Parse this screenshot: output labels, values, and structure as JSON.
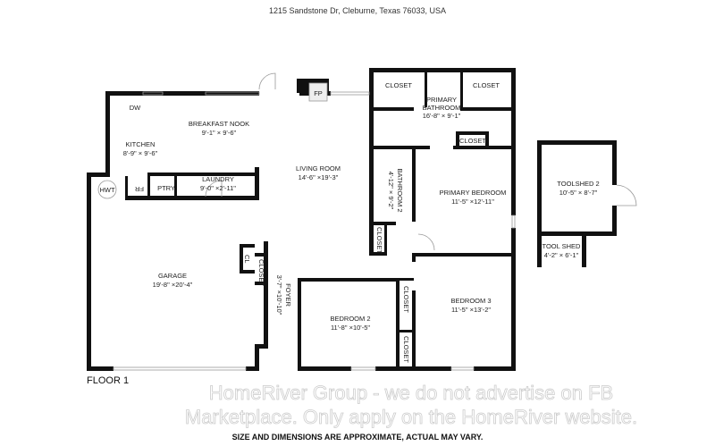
{
  "address": "1215 Sandstone Dr, Cleburne, Texas 76033, USA",
  "floor_label": "FLOOR 1",
  "disclaimer": "SIZE AND DIMENSIONS ARE APPROXIMATE, ACTUAL MAY VARY.",
  "watermark": [
    "HomeRiver Group - we do not advertise on FB",
    "Marketplace. Only apply on the HomeRiver website."
  ],
  "fixtures": {
    "dw": "DW",
    "fr": "FR",
    "fp": "FP",
    "hwt": "HWT",
    "ptry": "PTRY",
    "cl": "CL"
  },
  "rooms": {
    "kitchen": {
      "name": "KITCHEN",
      "dims": "8'-9\" × 9'-6\""
    },
    "breakfast_nook": {
      "name": "BREAKFAST NOOK",
      "dims": "9'-1\" × 9'-6\""
    },
    "laundry": {
      "name": "LAUNDRY",
      "dims": "9'-0\" ×2'-11\""
    },
    "living_room": {
      "name": "LIVING ROOM",
      "dims": "14'-6\" ×19'-3\""
    },
    "primary_bathroom": {
      "name1": "PRIMARY",
      "name2": "BATHROOM",
      "dims": "16'-8\" × 9'-1\""
    },
    "primary_bedroom": {
      "name": "PRIMARY BEDROOM",
      "dims": "11'-5\" ×12'-11\""
    },
    "bathroom_2": {
      "name": "BATHROOM 2",
      "dims": "4'-12\" × 9'-2\""
    },
    "garage": {
      "name": "GARAGE",
      "dims": "19'-8\" ×20'-4\""
    },
    "foyer": {
      "name": "FOYER",
      "dims": "3'-7\" ×10'-10\""
    },
    "bedroom_2": {
      "name": "BEDROOM 2",
      "dims": "11'-8\" ×10'-5\""
    },
    "bedroom_3": {
      "name": "BEDROOM 3",
      "dims": "11'-5\" ×13'-2\""
    },
    "toolshed_2": {
      "name": "TOOLSHED 2",
      "dims": "10'-5\" × 8'-7\""
    },
    "tool_shed": {
      "name": "TOOL SHED",
      "dims": "4'-2\" × 6'-1\""
    },
    "closet": "CLOSET"
  }
}
